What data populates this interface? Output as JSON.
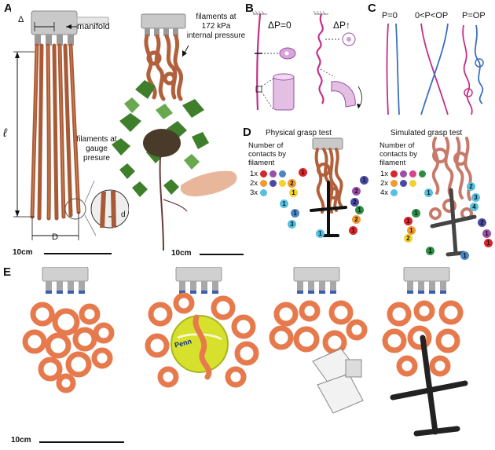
{
  "panel_labels": [
    "A",
    "B",
    "C",
    "D",
    "E"
  ],
  "panel_a": {
    "manifold_label": "manifold",
    "delta_symbol": "Δ",
    "ell_symbol": "ℓ",
    "gauge_label": "filaments at\ngauge\npresure",
    "d_label": "d",
    "D_label": "D",
    "scale_left": "10cm",
    "pressurized_label": "filaments at\n172 kPa\ninternal pressure",
    "scale_right": "10cm"
  },
  "panel_b": {
    "left_label": "ΔP=0",
    "right_label": "ΔP↑"
  },
  "panel_c": {
    "labels": [
      "P=0",
      "0<P<OP",
      "P=OP"
    ]
  },
  "panel_d": {
    "physical_title": "Physical grasp test",
    "simulated_title": "Simulated grasp test",
    "legend_title": "Number of\ncontacts by\nfilament",
    "physical_legend": [
      {
        "label": "1x",
        "colors": [
          "#d7262b",
          "#9b4fa8",
          "#4c86c6"
        ]
      },
      {
        "label": "2x",
        "colors": [
          "#f29a2e",
          "#4a4aa4",
          "#f2d22e"
        ]
      },
      {
        "label": "3x",
        "colors": [
          "#56c0e0"
        ]
      }
    ],
    "simulated_legend": [
      {
        "label": "1x",
        "colors": [
          "#d7262b",
          "#9b4fa8",
          "#d4448c",
          "#2c8c44"
        ]
      },
      {
        "label": "2x",
        "colors": [
          "#f29a2e",
          "#4a4aa4",
          "#f2d22e"
        ]
      },
      {
        "label": "4x",
        "colors": [
          "#56c0e0"
        ]
      }
    ],
    "physical_markers": [
      {
        "n": "1",
        "c": "#d7262b"
      },
      {
        "n": "2",
        "c": "#f29a2e"
      },
      {
        "n": "1",
        "c": "#f2d22e"
      },
      {
        "n": "1",
        "c": "#56c0e0"
      },
      {
        "n": "1",
        "c": "#4c86c6"
      },
      {
        "n": "3",
        "c": "#56c0e0"
      },
      {
        "n": "1",
        "c": "#4a4aa4"
      },
      {
        "n": "2",
        "c": "#9b4fa8"
      },
      {
        "n": "2",
        "c": "#4a4aa4"
      },
      {
        "n": "1",
        "c": "#2c8c44"
      },
      {
        "n": "2",
        "c": "#f29a2e"
      },
      {
        "n": "1",
        "c": "#d7262b"
      },
      {
        "n": "1",
        "c": "#56c0e0"
      }
    ],
    "simulated_markers": [
      {
        "n": "1",
        "c": "#56c0e0"
      },
      {
        "n": "2",
        "c": "#56c0e0"
      },
      {
        "n": "3",
        "c": "#56c0e0"
      },
      {
        "n": "4",
        "c": "#56c0e0"
      },
      {
        "n": "1",
        "c": "#2c8c44"
      },
      {
        "n": "1",
        "c": "#d7262b"
      },
      {
        "n": "1",
        "c": "#f29a2e"
      },
      {
        "n": "2",
        "c": "#f2d22e"
      },
      {
        "n": "1",
        "c": "#2c8c44"
      },
      {
        "n": "2",
        "c": "#4a4aa4"
      },
      {
        "n": "1",
        "c": "#9b4fa8"
      },
      {
        "n": "1",
        "c": "#d7262b"
      },
      {
        "n": "1",
        "c": "#4c86c6"
      }
    ]
  },
  "panel_e": {
    "scale": "10cm",
    "ball_text": "Penn"
  }
}
